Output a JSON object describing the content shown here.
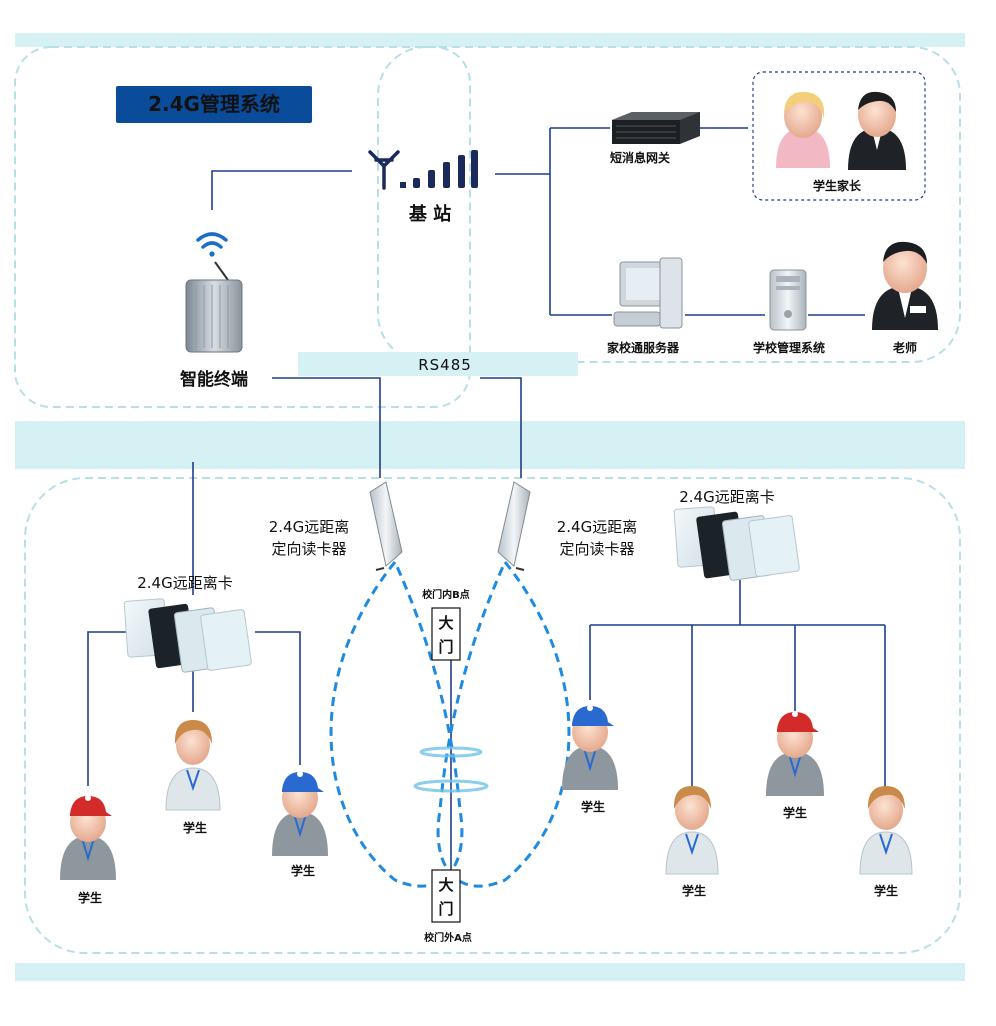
{
  "title": "2.4G管理系统",
  "colors": {
    "band": "#d5f1f4",
    "title_bg": "#0a4c9a",
    "line": "#1f3f8a",
    "dash": "#a9d7e6",
    "signal": "#1e8ae0"
  },
  "labels": {
    "base_station": "基  站",
    "terminal": "智能终端",
    "rs485": "RS485",
    "sms_gateway": "短消息网关",
    "parents": "学生家长",
    "home_school_server": "家校通服务器",
    "school_mgmt": "学校管理系统",
    "teacher": "老师",
    "reader_left_l1": "2.4G远距离",
    "reader_left_l2": "定向读卡器",
    "reader_right_l1": "2.4G远距离",
    "reader_right_l2": "定向读卡器",
    "card_left": "2.4G远距离卡",
    "card_right": "2.4G远距离卡",
    "gate_b_point": "校门内B点",
    "gate_a_point": "校门外A点",
    "gate_char1": "大",
    "gate_char2": "门",
    "student": "学生"
  },
  "icons": {
    "antenna": "antenna-signal-icon",
    "wifi": "wifi-icon",
    "terminal": "terminal-device-icon",
    "server": "server-rack-icon",
    "computer": "computer-icon",
    "tower": "pc-tower-icon",
    "person": "person-icon",
    "card": "rfid-card-icon",
    "reader": "panel-reader-icon"
  }
}
